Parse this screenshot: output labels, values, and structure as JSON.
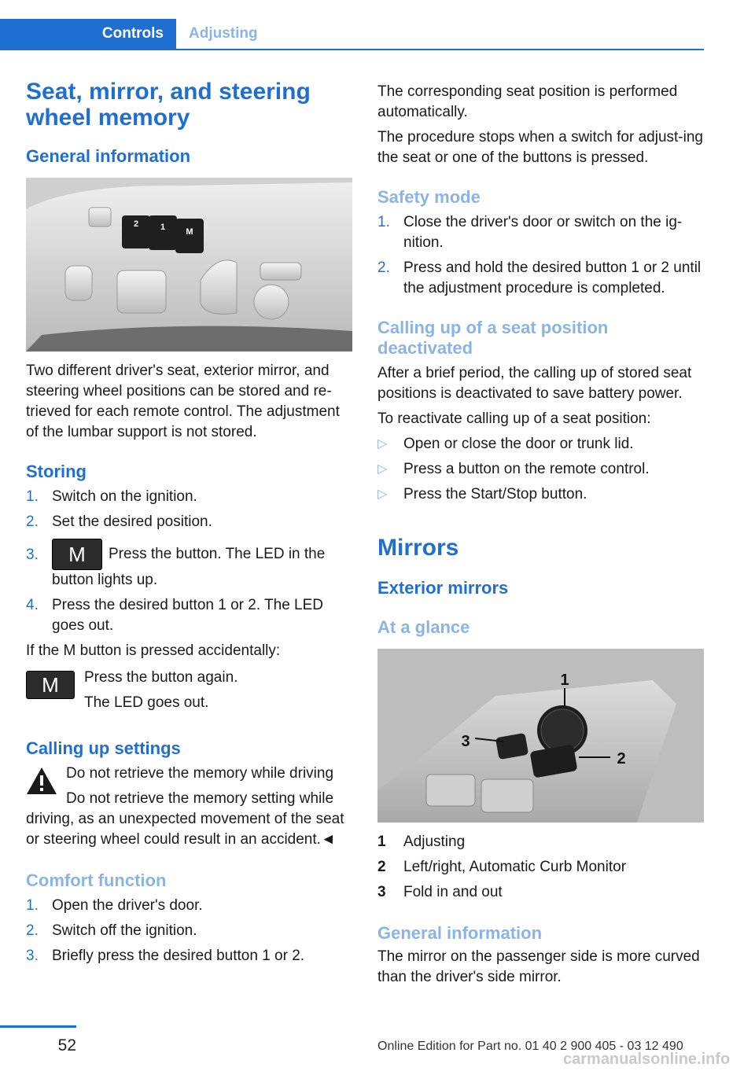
{
  "header": {
    "tab_active": "Controls",
    "tab_inactive": "Adjusting"
  },
  "left": {
    "title": "Seat, mirror, and steering wheel memory",
    "general_heading": "General information",
    "general_text": "Two different driver's seat, exterior mirror, and steering wheel positions can be stored and re-trieved for each remote control. The adjustment of the lumbar support is not stored.",
    "storing_heading": "Storing",
    "storing_items": [
      {
        "num": "1.",
        "text": "Switch on the ignition."
      },
      {
        "num": "2.",
        "text": "Set the desired position."
      },
      {
        "num": "3.",
        "text": "Press the button. The LED in the button lights up."
      },
      {
        "num": "4.",
        "text": "Press the desired button 1 or 2. The LED goes out."
      }
    ],
    "m_button_label": "M",
    "accidental_text": "If the M button is pressed accidentally:",
    "press_again": "Press the button again.",
    "led_out": "The LED goes out.",
    "calling_heading": "Calling up settings",
    "warning_title": "Do not retrieve the memory while driving",
    "warning_text": "Do not retrieve the memory setting while driving, as an unexpected movement of the seat or steering wheel could result in an accident.◄",
    "comfort_heading": "Comfort function",
    "comfort_items": [
      {
        "num": "1.",
        "text": "Open the driver's door."
      },
      {
        "num": "2.",
        "text": "Switch off the ignition."
      },
      {
        "num": "3.",
        "text": "Briefly press the desired button 1 or 2."
      }
    ]
  },
  "right": {
    "intro_1": "The corresponding seat position is performed automatically.",
    "intro_2": "The procedure stops when a switch for adjust-ing the seat or one of the buttons is pressed.",
    "safety_heading": "Safety mode",
    "safety_items": [
      {
        "num": "1.",
        "text": "Close the driver's door or switch on the ig-nition."
      },
      {
        "num": "2.",
        "text": "Press and hold the desired button 1 or 2 until the adjustment procedure is completed."
      }
    ],
    "deactivated_heading": "Calling up of a seat position deactivated",
    "deactivated_text": "After a brief period, the calling up of stored seat positions is deactivated to save battery power.",
    "reactivate_text": "To reactivate calling up of a seat position:",
    "reactivate_items": [
      "Open or close the door or trunk lid.",
      "Press a button on the remote control.",
      "Press the Start/Stop button."
    ],
    "mirrors_heading": "Mirrors",
    "exterior_heading": "Exterior mirrors",
    "glance_heading": "At a glance",
    "legend": [
      {
        "num": "1",
        "text": "Adjusting"
      },
      {
        "num": "2",
        "text": "Left/right, Automatic Curb Monitor"
      },
      {
        "num": "3",
        "text": "Fold in and out"
      }
    ],
    "general_heading": "General information",
    "general_text": "The mirror on the passenger side is more curved than the driver's side mirror.",
    "photo_labels": [
      "1",
      "2",
      "3"
    ]
  },
  "seat_panel_labels": [
    "2",
    "1",
    "M"
  ],
  "bullet_icon": "▷",
  "footer": {
    "page_number": "52",
    "edition": "Online Edition for Part no. 01 40 2 900 405 - 03 12 490",
    "watermark": "carmanualsonline.info"
  },
  "colors": {
    "accent": "#1f6fd1",
    "accent_light": "#8ab4e8"
  }
}
